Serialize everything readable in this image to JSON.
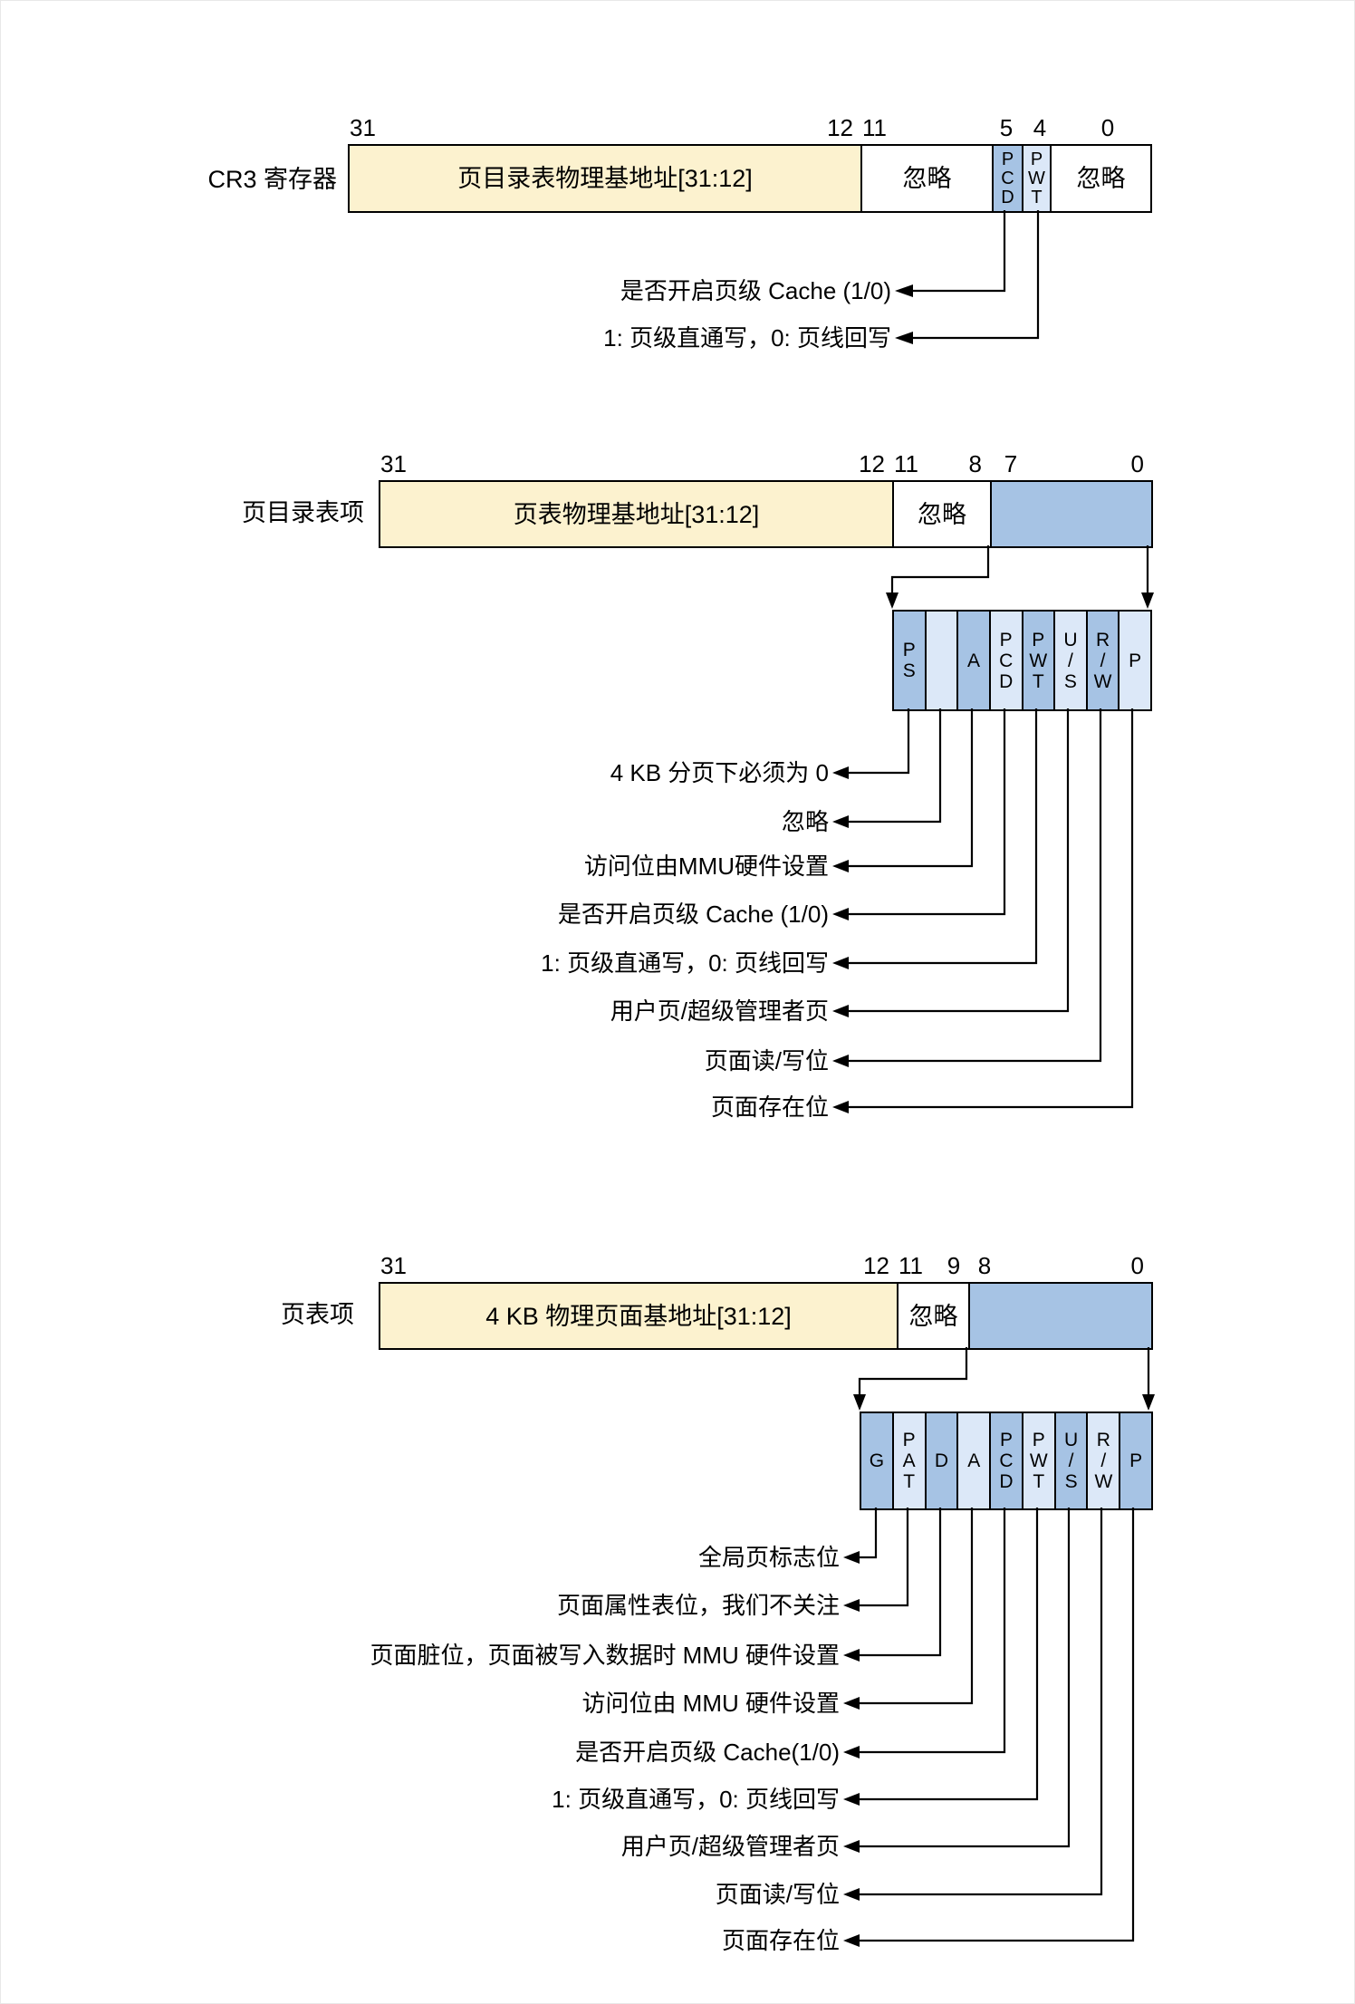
{
  "colors": {
    "background": "#FFFFFF",
    "field_yellow": "#FCF2CF",
    "field_white": "#FFFFFF",
    "bit_medium": "#A6C3E4",
    "bit_light": "#DCE8F8",
    "line": "#000000"
  },
  "cr3": {
    "label": "CR3 寄存器",
    "bits": {
      "b31": "31",
      "b12": "12",
      "b11": "11",
      "b5": "5",
      "b4": "4",
      "b0": "0"
    },
    "fields": {
      "base": "页目录表物理基地址[31:12]",
      "ignore_high": "忽略",
      "pcd": "P\nC\nD",
      "pwt": "P\nW\nT",
      "ignore_low": "忽略"
    },
    "annotations": {
      "pcd": "是否开启页级 Cache (1/0)",
      "pwt": "1: 页级直通写，0: 页线回写"
    }
  },
  "pde": {
    "label": "页目录表项",
    "bits": {
      "b31": "31",
      "b12": "12",
      "b11": "11",
      "b8": "8",
      "b7": "7",
      "b0": "0"
    },
    "fields": {
      "base": "页表物理基地址[31:12]",
      "ignore": "忽略"
    },
    "cells": {
      "ps": "P\nS",
      "ignored": "",
      "a": "A",
      "pcd": "P\nC\nD",
      "pwt": "P\nW\nT",
      "us": "U\n/\nS",
      "rw": "R\n/\nW",
      "p": "P"
    },
    "annotations": {
      "ps": "4 KB 分页下必须为 0",
      "ignored": "忽略",
      "a": "访问位由MMU硬件设置",
      "pcd": "是否开启页级 Cache (1/0)",
      "pwt": "1: 页级直通写，0: 页线回写",
      "us": "用户页/超级管理者页",
      "rw": "页面读/写位",
      "p": "页面存在位"
    }
  },
  "pte": {
    "label": "页表项",
    "bits": {
      "b31": "31",
      "b12": "12",
      "b11": "11",
      "b9": "9",
      "b8": "8",
      "b0": "0"
    },
    "fields": {
      "base": "4 KB 物理页面基地址[31:12]",
      "ignore": "忽略"
    },
    "cells": {
      "g": "G",
      "pat": "P\nA\nT",
      "d": "D",
      "a": "A",
      "pcd": "P\nC\nD",
      "pwt": "P\nW\nT",
      "us": "U\n/\nS",
      "rw": "R\n/\nW",
      "p": "P"
    },
    "annotations": {
      "g": "全局页标志位",
      "pat": "页面属性表位，我们不关注",
      "d": "页面脏位，页面被写入数据时 MMU 硬件设置",
      "a": "访问位由 MMU 硬件设置",
      "pcd": "是否开启页级 Cache(1/0)",
      "pwt": "1: 页级直通写，0: 页线回写",
      "us": "用户页/超级管理者页",
      "rw": "页面读/写位",
      "p": "页面存在位"
    }
  }
}
